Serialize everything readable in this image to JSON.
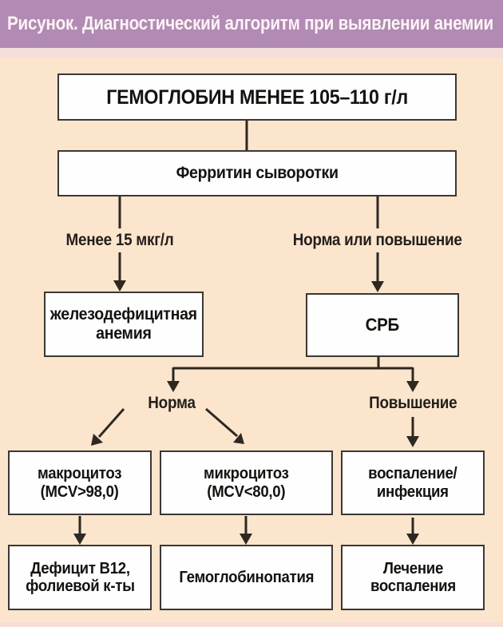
{
  "header": {
    "title": "Рисунок. Диагностический алгоритм при выявлении анемии",
    "bg_color": "#b18bb3",
    "text_color": "#fdf3f7"
  },
  "palette": {
    "background": "#fce5cd",
    "top_strip": "#f4dfdb",
    "box_background": "#fefefe",
    "box_border": "#3b3733",
    "line_color": "#2e2822",
    "text_color": "#15120f"
  },
  "flowchart": {
    "nodes": {
      "hemoglobin": {
        "label": "ГЕМОГЛОБИН МЕНЕЕ 105–110 г/л"
      },
      "ferritin": {
        "label": "Ферритин сыворотки"
      },
      "iron_deficiency": {
        "label": "железодефицитная\nанемия"
      },
      "crp": {
        "label": "СРБ"
      },
      "macrocytosis": {
        "label": "макроцитоз\n(MCV>98,0)"
      },
      "microcytosis": {
        "label": "микроцитоз\n(MCV<80,0)"
      },
      "inflammation": {
        "label": "воспаление/\nинфекция"
      },
      "b12_deficiency": {
        "label": "Дефицит В12,\nфолиевой к-ты"
      },
      "hemoglobinopathy": {
        "label": "Гемоглобинопатия"
      },
      "treatment": {
        "label": "Лечение\nвоспаления"
      }
    },
    "edge_labels": {
      "less_than_15": "Менее 15 мкг/л",
      "norm_or_elevated": "Норма или повышение",
      "norm": "Норма",
      "elevated": "Повышение"
    }
  }
}
